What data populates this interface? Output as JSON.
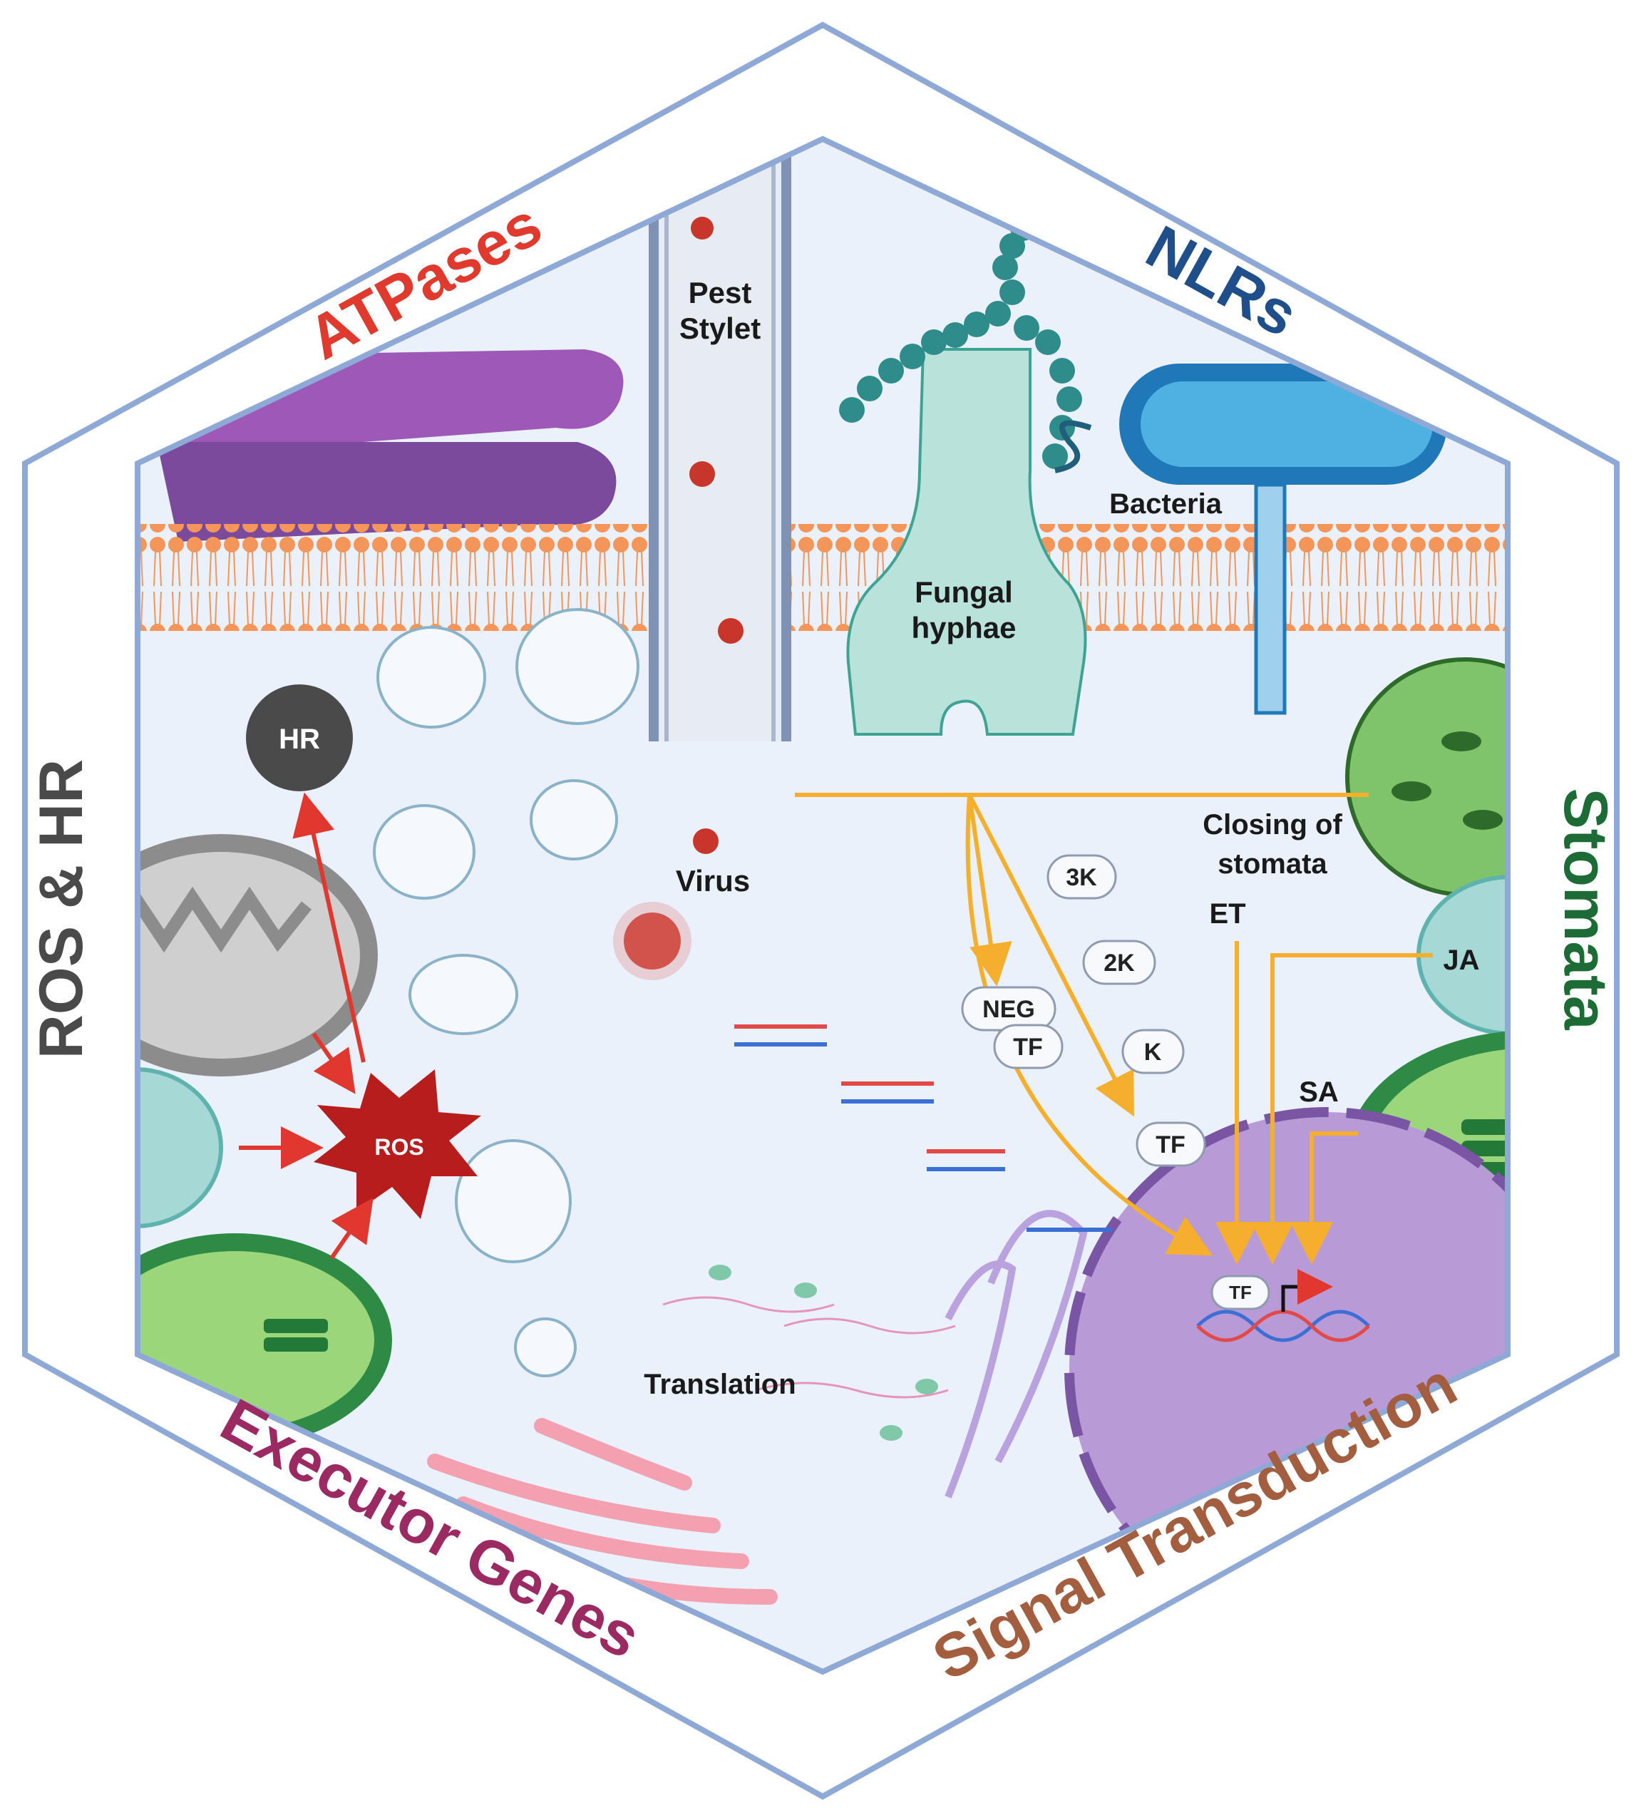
{
  "colors": {
    "hex_border": "#8fa9d6",
    "cell_bg": "#eaf1fb",
    "membrane": "#f4955a",
    "signal": "#f6ae2d",
    "ros_arrow": "#e0382f",
    "atpases": "#e03a2f",
    "nlrs": "#1f4f8a",
    "stomata": "#1d6b35",
    "ros_hr": "#4a4a4a",
    "executor": "#9c2a62",
    "signal_transduction": "#a35d3f"
  },
  "side_labels": {
    "atpases": "ATPases",
    "nlrs": "NLRs",
    "stomata": "Stomata",
    "ros_hr": "ROS & HR",
    "executor_genes": "Executor Genes",
    "signal_transduction": "Signal Transduction"
  },
  "labels": {
    "pest_line1": "Pest",
    "pest_line2": "Stylet",
    "fungal_line1": "Fungal",
    "fungal_line2": "hyphae",
    "bacteria": "Bacteria",
    "virus": "Virus",
    "hr": "HR",
    "ros": "ROS",
    "closing_line1": "Closing of",
    "closing_line2": "stomata",
    "et": "ET",
    "ja": "JA",
    "sa": "SA",
    "translation": "Translation"
  },
  "signal_pills": {
    "k3": "3K",
    "k2": "2K",
    "k": "K",
    "neg": "NEG",
    "tf_neg": "TF",
    "tf": "TF",
    "tf_nucleus": "TF"
  },
  "icons": [
    "hexagon-frame",
    "lipid-bilayer",
    "pest-stylet",
    "fungal-hyphae",
    "bacterium",
    "virus-particle",
    "mitochondrion",
    "chloroplast",
    "vesicle",
    "golgi-apparatus",
    "endoplasmic-reticulum",
    "nucleus",
    "dna-double-helix",
    "ribosome",
    "mrna-strand",
    "stomata-leaf",
    "transcription-start-arrow"
  ]
}
